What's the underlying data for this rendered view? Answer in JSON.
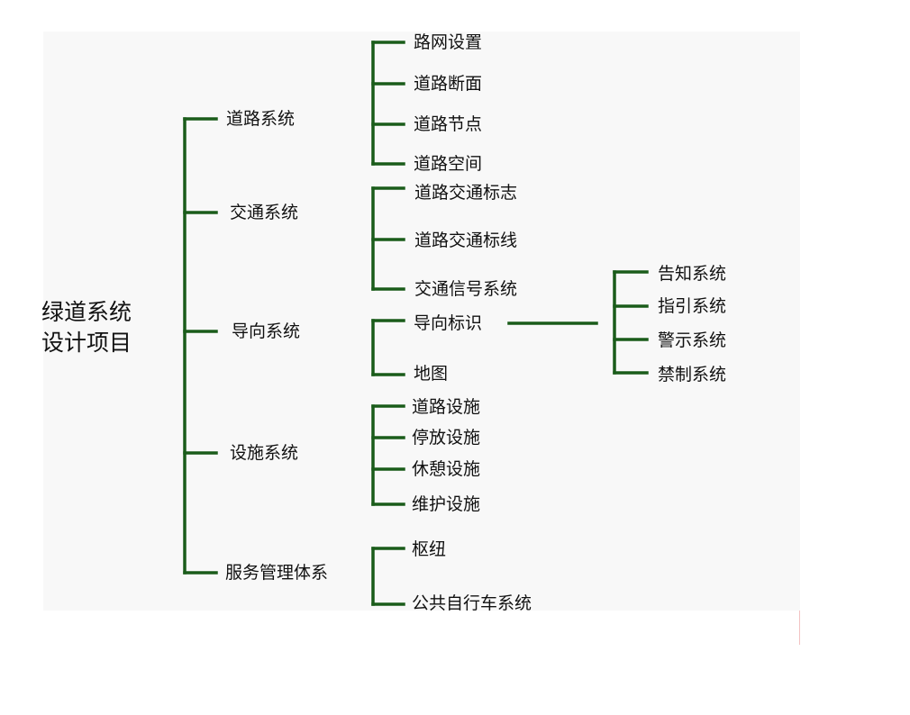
{
  "root": {
    "line1": "绿道系统",
    "line2": "设计项目"
  },
  "level1": [
    {
      "label": "道路系统",
      "children": [
        "路网设置",
        "道路断面",
        "道路节点",
        "道路空间"
      ]
    },
    {
      "label": "交通系统",
      "children": [
        "道路交通标志",
        "道路交通标线",
        "交通信号系统"
      ]
    },
    {
      "label": "导向系统",
      "children": [
        "导向标识",
        "地图"
      ]
    },
    {
      "label": "设施系统",
      "children": [
        "道路设施",
        "停放设施",
        "休憩设施",
        "维护设施"
      ]
    },
    {
      "label": "服务管理体系",
      "children": [
        "枢纽",
        "公共自行车系统"
      ]
    }
  ],
  "level3": [
    "告知系统",
    "指引系统",
    "警示系统",
    "禁制系统"
  ],
  "colors": {
    "connector": "#1a5c1a",
    "panel": "#f8f8f8"
  }
}
